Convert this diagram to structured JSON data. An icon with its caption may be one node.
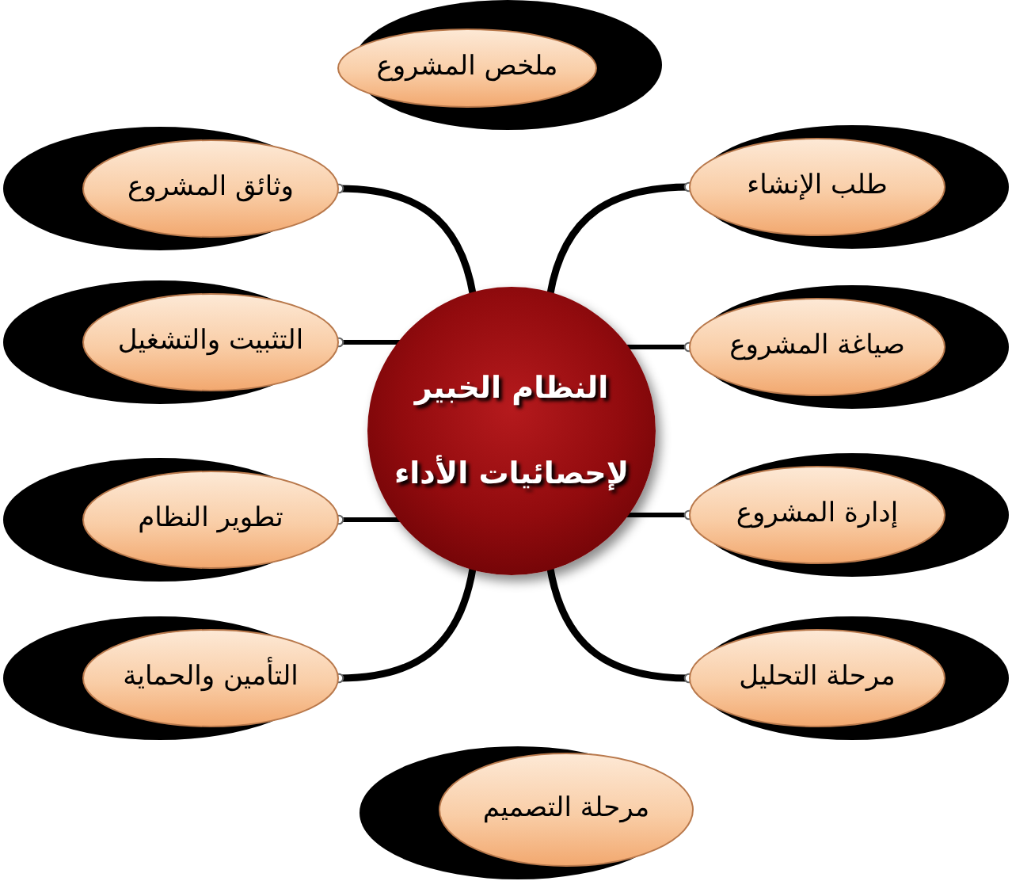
{
  "diagram": {
    "nodes": [
      {
        "text": [
          "النظام الخبير لإحصائيات الأداء"
        ]
      },
      {
        "text": [
          "ملخص المشروع"
        ]
      },
      {
        "text": [
          "طلب الإنشاء"
        ]
      },
      {
        "text": [
          "وثائق المشروع"
        ]
      },
      {
        "text": [
          "صياغة المشروع"
        ]
      },
      {
        "text": [
          "التثبيت والتشغيل"
        ]
      },
      {
        "text": [
          "إدارة المشروع"
        ]
      },
      {
        "text": [
          "تطوير النظام"
        ]
      },
      {
        "text": [
          "مرحلة التحليل"
        ]
      },
      {
        "text": [
          "التأمين والحماية"
        ]
      },
      {
        "text": [
          "مرحلة التصميم"
        ]
      }
    ],
    "edges": [
      {
        "from": 0,
        "to": 2,
        "arrow": "other"
      },
      {
        "from": 0,
        "to": 3,
        "arrow": "other"
      },
      {
        "from": 0,
        "to": 4,
        "arrow": "other"
      },
      {
        "from": 0,
        "to": 5,
        "arrow": "other"
      },
      {
        "from": 0,
        "to": 6,
        "arrow": "other"
      },
      {
        "from": 0,
        "to": 7,
        "arrow": "other"
      },
      {
        "from": 0,
        "to": 8,
        "arrow": "other"
      },
      {
        "from": 0,
        "to": 9,
        "arrow": "other"
      }
    ]
  }
}
